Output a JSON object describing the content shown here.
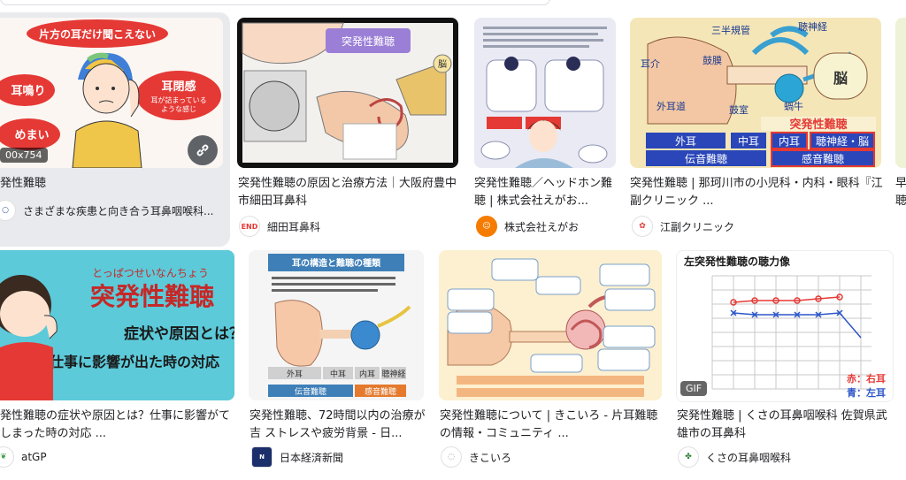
{
  "row1": [
    {
      "title": "発性難聴",
      "source": "さまざまな疾患と向き合う耳鼻咽喉科...",
      "badge": "00x754",
      "thumb_text": [
        "片方の耳だけ聞こえない",
        "耳鳴り",
        "耳閉感",
        "耳が詰まっている",
        "ような感じ",
        "めまい"
      ]
    },
    {
      "title": "突発性難聴の原因と治療方法｜大阪府豊中市細田耳鼻科",
      "source": "細田耳鼻科",
      "favicon_text": "END",
      "thumb_text": [
        "突発性難聴",
        "脳"
      ]
    },
    {
      "title": "突発性難聴／ヘッドホン難聴 | 株式会社えがお...",
      "source": "株式会社えがお"
    },
    {
      "title": "突発性難聴 | 那珂川市の小児科・内科・眼科『江副クリニック ...",
      "source": "江副クリニック",
      "thumb_text": [
        "三半規管",
        "聴神経",
        "耳介",
        "鼓膜",
        "脳",
        "外耳道",
        "蝸牛",
        "鼓室",
        "突発性難聴",
        "外耳",
        "中耳",
        "内耳",
        "聴神経・脳",
        "伝音難聴",
        "感音難聴"
      ]
    },
    {
      "title": "早",
      "title2": "聴"
    }
  ],
  "row2": [
    {
      "title": "発性難聴の症状や原因とは？仕事に影響がてしまった時の対応 ...",
      "source": "atGP",
      "thumb_text": [
        "とっぱつせいなんちょう",
        "突発性難聴",
        "症状や原因とは？",
        "仕事に影響が出た時の対応"
      ]
    },
    {
      "title": "突発性難聴、72時間以内の治療が吉 ストレスや疲労背景 - 日...",
      "source": "日本経済新聞",
      "thumb_text": [
        "耳の構造と難聴の種類",
        "外耳",
        "中耳",
        "内耳",
        "聴神経",
        "伝音難聴",
        "感音難聴"
      ]
    },
    {
      "title": "突発性難聴について | きこいろ - 片耳難聴の情報・コミュニティ ...",
      "source": "きこいろ"
    },
    {
      "title": "突発性難聴 | くさの耳鼻咽喉科 佐賀県武雄市の耳鼻科",
      "source": "くさの耳鼻咽喉科",
      "badge": "GIF",
      "thumb_text": [
        "左突発性難聴の聴力像",
        "赤：右耳",
        "青：左耳"
      ]
    }
  ],
  "colors": {
    "accent_red": "#e53935",
    "accent_teal": "#29b6c6",
    "selected_bg": "#e8eaed"
  },
  "icons": {
    "link": "link-icon"
  }
}
